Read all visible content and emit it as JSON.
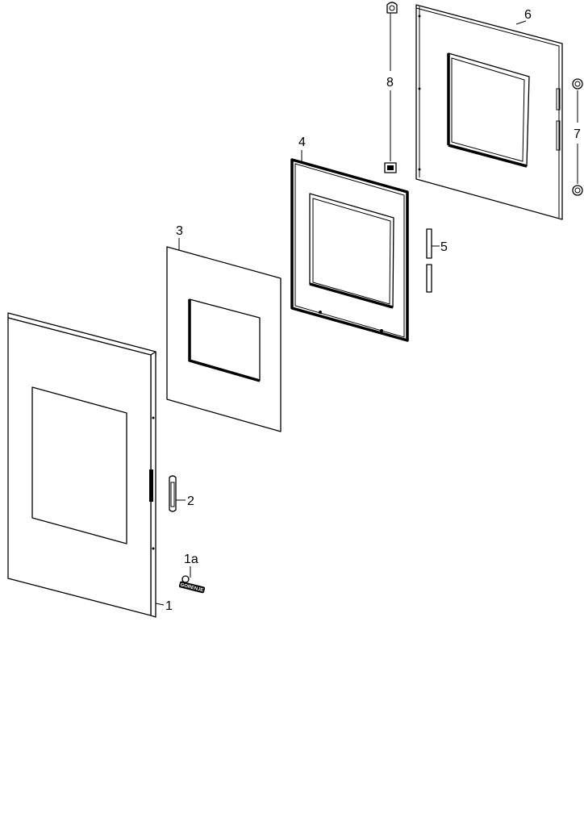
{
  "diagram": {
    "part_labels": {
      "p1": "1",
      "p1a": "1a",
      "p2": "2",
      "p3": "3",
      "p4": "4",
      "p5": "5",
      "p6": "6",
      "p7": "7",
      "p8": "8"
    },
    "logo_text": "GORENJE"
  }
}
